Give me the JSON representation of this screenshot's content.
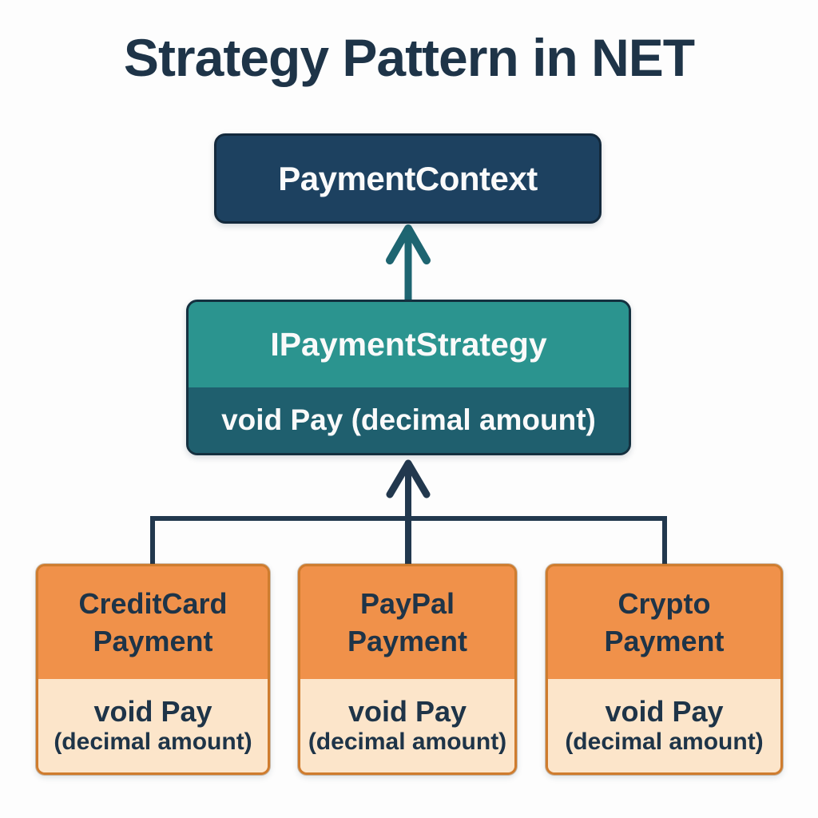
{
  "title": "Strategy Pattern in NET",
  "diagram": {
    "context": {
      "name": "PaymentContext"
    },
    "interface": {
      "name": "IPaymentStrategy",
      "method": "void Pay (decimal amount)"
    },
    "strategies": [
      {
        "name_line1": "CreditCard",
        "name_line2": "Payment",
        "method_line1": "void Pay",
        "method_line2": "(decimal amount)"
      },
      {
        "name_line1": "PayPal",
        "name_line2": "Payment",
        "method_line1": "void Pay",
        "method_line2": "(decimal amount)"
      },
      {
        "name_line1": "Crypto",
        "name_line2": "Payment",
        "method_line1": "void Pay",
        "method_line2": "(decimal amount)"
      }
    ]
  },
  "icons": {
    "arrow_to_context": "up-arrow",
    "arrow_to_interface": "up-arrow"
  },
  "colors": {
    "bg": "#fdfdfd",
    "ink": "#1e3448",
    "navy": "#1d4160",
    "navy-border": "#13293c",
    "teal": "#2b948f",
    "dark-teal": "#1f5f6e",
    "teal-border": "#14303f",
    "line-teal": "#1e6571",
    "line-navy": "#22384e",
    "orange": "#f0914a",
    "orange-border": "#cf7c2e",
    "peach": "#fce5ca",
    "text-light": "#fafafa"
  }
}
